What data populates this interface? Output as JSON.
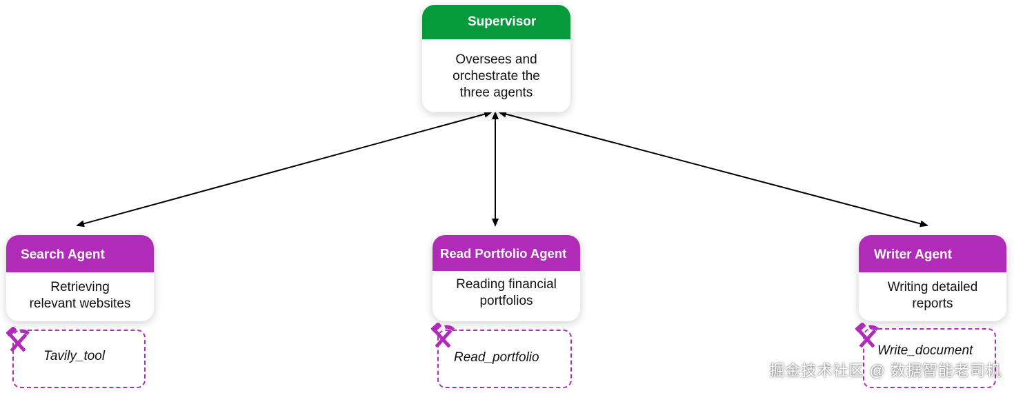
{
  "colors": {
    "supervisor_header": "#069a3c",
    "agent_header": "#b02bb8",
    "tool_border": "#b02bb8",
    "connector": "#000000"
  },
  "supervisor": {
    "title": "Supervisor",
    "description_lines": [
      "Oversees and",
      "orchestrate the",
      "three agents"
    ]
  },
  "agents": [
    {
      "title": "Search Agent",
      "description_lines": [
        "Retrieving",
        "relevant websites"
      ],
      "tool": {
        "label": "Tavily_tool",
        "icon": "hammer-pick-icon"
      }
    },
    {
      "title": "Read Portfolio Agent",
      "description_lines": [
        "Reading financial",
        "portfolios"
      ],
      "tool": {
        "label": "Read_portfolio",
        "icon": "hammer-pick-icon"
      }
    },
    {
      "title": "Writer Agent",
      "description_lines": [
        "Writing detailed",
        "reports"
      ],
      "tool": {
        "label": "Write_document",
        "icon": "hammer-pick-icon"
      }
    }
  ],
  "connections": [
    {
      "from": "Supervisor",
      "to": "Search Agent",
      "direction": "bidirectional"
    },
    {
      "from": "Supervisor",
      "to": "Read Portfolio Agent",
      "direction": "bidirectional"
    },
    {
      "from": "Supervisor",
      "to": "Writer Agent",
      "direction": "bidirectional"
    }
  ],
  "watermark": "掘金技术社区 @ 数据智能老司机"
}
